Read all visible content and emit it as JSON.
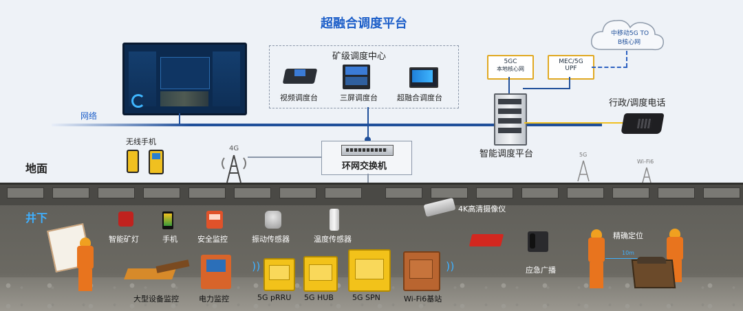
{
  "title": "超融合调度平台",
  "network_label": "网络",
  "dispatch_center": {
    "title": "矿级调度中心",
    "items": [
      "视频调度台",
      "三屏调度台",
      "超融合调度台"
    ]
  },
  "core": {
    "fivegc": "5GC\n本地核心网",
    "fivegc_line1": "5GC",
    "fivegc_line2": "本地核心网",
    "mec_line1": "MEC/5G",
    "mec_line2": "UPF",
    "cloud_line1": "中移动5G TO",
    "cloud_line2": "B核心网"
  },
  "labels": {
    "admin_phone": "行政/调度电话",
    "smart_platform": "智能调度平台",
    "wireless_phone": "无线手机",
    "ground": "地面",
    "underground": "井下",
    "ring_switch": "环网交换机",
    "fourg": "4G",
    "fiveg": "5G",
    "wifi6": "Wi-Fi6",
    "camera": "4K高清摄像仪",
    "broadcast": "应急广播",
    "positioning": "精确定位",
    "distance": "10m"
  },
  "underground_items": {
    "row1": [
      "智能矿灯",
      "手机",
      "安全监控",
      "振动传感器",
      "温度传感器"
    ],
    "row2": [
      "大型设备监控",
      "电力监控",
      "5G pRRU",
      "5G HUB",
      "5G SPN",
      "Wi-Fi6基站"
    ]
  },
  "colors": {
    "accent_blue": "#1d5fc9",
    "line_blue": "#1f4f9a",
    "phone_yellow": "#f0c020",
    "device_yellow": "#f2c21a",
    "rust": "#c2662b"
  }
}
